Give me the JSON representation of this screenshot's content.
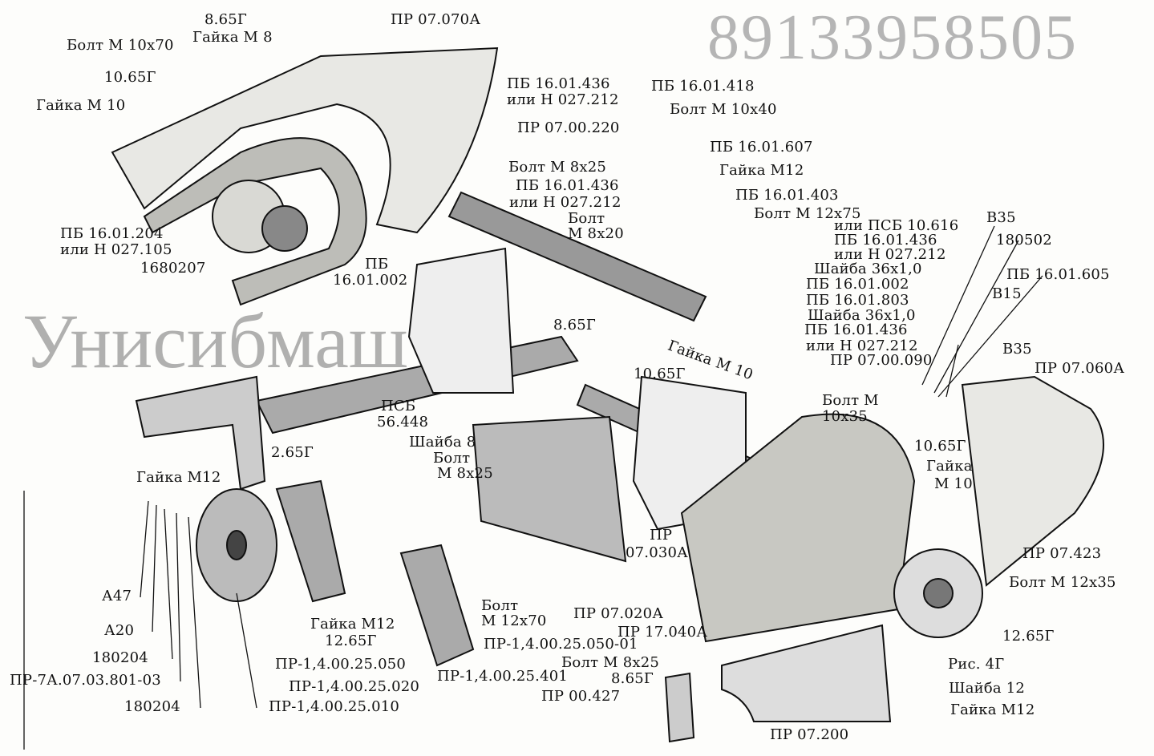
{
  "watermark": {
    "phone": "89133958505",
    "brand": "Унисибмаш"
  },
  "colors": {
    "ink": "#111111",
    "paper": "#fdfdfb",
    "watermark": "#b5b5b5"
  },
  "labels": [
    "8.65Г",
    "ПР 07.070А",
    "Болт М 10х70",
    "Гайка М 8",
    "10.65Г",
    "Гайка М 10",
    "ПБ 16.01.436",
    "или Н 027.212",
    "ПБ 16.01.418",
    "Болт М 10х40",
    "ПР 07.00.220",
    "ПБ 16.01.607",
    "Болт М 8х25",
    "Гайка М12",
    "ПБ 16.01.436",
    "или Н 027.212",
    "Болт",
    "М 8х20",
    "ПБ 16.01.403",
    "Болт М 12х75",
    "или ПСБ 10.616",
    "В35",
    "ПБ 16.01.436",
    "или Н 027.212",
    "180502",
    "ПБ 16.01.204",
    "или Н 027.105",
    "1680207",
    "ПБ",
    "16.01.002",
    "Шайба 36х1,0",
    "ПБ 16.01.605",
    "ПБ 16.01.002",
    "ПБ 16.01.803",
    "В15",
    "Шайба 36х1,0",
    "8.65Г",
    "ПБ 16.01.436",
    "или Н 027.212",
    "В35",
    "Гайка М 10",
    "ПР 07.00.090",
    "10.65Г",
    "ПР 07.060А",
    "Болт М",
    "10х35",
    "ПСБ",
    "56.448",
    "Шайба 8",
    "Болт",
    "М 8х25",
    "2.65Г",
    "10.65Г",
    "Гайка",
    "М 10",
    "Гайка М12",
    "ПР",
    "07.030А",
    "ПР 07.423",
    "А47",
    "Болт М 12х35",
    "Болт",
    "М 12х70",
    "ПР 07.020А",
    "Гайка М12",
    "А20",
    "ПР 17.040А",
    "12.65Г",
    "12.65Г",
    "ПР-1,4.00.25.050-01",
    "180204",
    "Болт М 8х25",
    "ПР-1,4.00.25.050",
    "Рис. 4Г",
    "ПР-7А.07.03.801-03",
    "ПР-1,4.00.25.401",
    "8.65Г",
    "ПР-1,4.00.25.020",
    "Шайба 12",
    "ПР 00.427",
    "180204",
    "ПР-1,4.00.25.010",
    "Гайка М12",
    "ПР 07.200"
  ]
}
